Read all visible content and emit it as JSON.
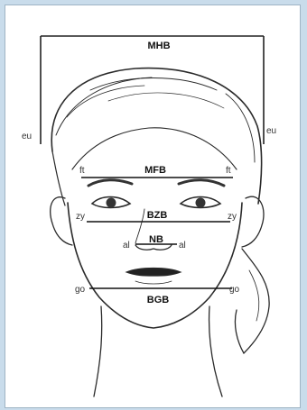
{
  "measurements": {
    "head_breadth": {
      "label": "MHB",
      "left": "eu",
      "right": "eu"
    },
    "min_frontal": {
      "label": "MFB",
      "left": "ft",
      "right": "ft"
    },
    "bizygomatic": {
      "label": "BZB",
      "left": "zy",
      "right": "zy"
    },
    "nasal": {
      "label": "NB",
      "left": "al",
      "right": "al"
    },
    "bigonial": {
      "label": "BGB",
      "left": "go",
      "right": "go"
    }
  }
}
